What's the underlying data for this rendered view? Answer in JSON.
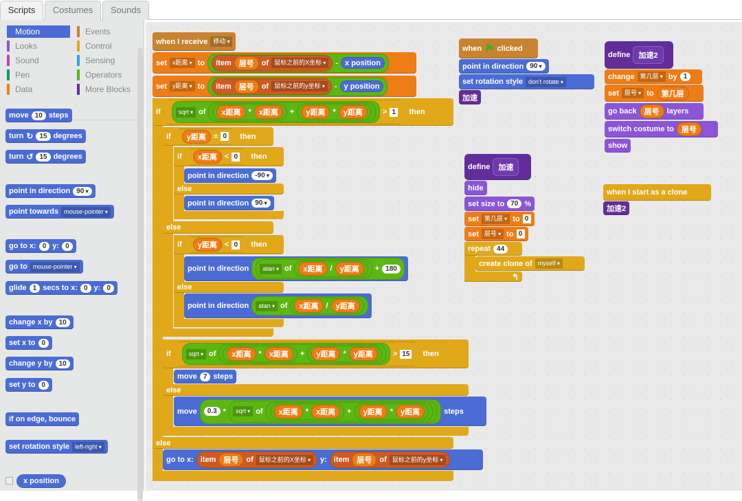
{
  "tabs": [
    "Scripts",
    "Costumes",
    "Sounds"
  ],
  "categories": [
    {
      "label": "Motion",
      "color": "#4a6cd4"
    },
    {
      "label": "Looks",
      "color": "#8a55d7"
    },
    {
      "label": "Sound",
      "color": "#bb42c3"
    },
    {
      "label": "Pen",
      "color": "#0e9a6c"
    },
    {
      "label": "Data",
      "color": "#ee7d16"
    },
    {
      "label": "Events",
      "color": "#c88330"
    },
    {
      "label": "Control",
      "color": "#e1a91a"
    },
    {
      "label": "Sensing",
      "color": "#2ca5e2"
    },
    {
      "label": "Operators",
      "color": "#5cb712"
    },
    {
      "label": "More Blocks",
      "color": "#632d99"
    }
  ],
  "palette": {
    "move": [
      [
        "t",
        "move"
      ],
      [
        "n",
        "10"
      ],
      [
        "t",
        "steps"
      ]
    ],
    "turn_r": [
      [
        "t",
        "turn"
      ],
      [
        "i",
        "↻"
      ],
      [
        "n",
        "15"
      ],
      [
        "t",
        "degrees"
      ]
    ],
    "turn_l": [
      [
        "t",
        "turn"
      ],
      [
        "i",
        "↺"
      ],
      [
        "n",
        "15"
      ],
      [
        "t",
        "degrees"
      ]
    ],
    "point_dir": [
      [
        "t",
        "point in direction"
      ],
      [
        "nd",
        "90"
      ]
    ],
    "point_towards": [
      [
        "t",
        "point towards"
      ],
      [
        "d",
        "mouse-pointer"
      ]
    ],
    "goto_xy": [
      [
        "t",
        "go to x:"
      ],
      [
        "n",
        "0"
      ],
      [
        "t",
        "y:"
      ],
      [
        "n",
        "0"
      ]
    ],
    "goto": [
      [
        "t",
        "go to"
      ],
      [
        "d",
        "mouse-pointer"
      ]
    ],
    "glide": [
      [
        "t",
        "glide"
      ],
      [
        "n",
        "1"
      ],
      [
        "t",
        "secs to x:"
      ],
      [
        "n",
        "0"
      ],
      [
        "t",
        "y:"
      ],
      [
        "n",
        "0"
      ]
    ],
    "change_x": [
      [
        "t",
        "change x by"
      ],
      [
        "n",
        "10"
      ]
    ],
    "set_x": [
      [
        "t",
        "set x to"
      ],
      [
        "n",
        "0"
      ]
    ],
    "change_y": [
      [
        "t",
        "change y by"
      ],
      [
        "n",
        "10"
      ]
    ],
    "set_y": [
      [
        "t",
        "set y to"
      ],
      [
        "n",
        "0"
      ]
    ],
    "bounce": [
      [
        "t",
        "if on edge, bounce"
      ]
    ],
    "rot_style": [
      [
        "t",
        "set rotation style"
      ],
      [
        "d",
        "left-right"
      ]
    ],
    "xpos": [
      [
        "t",
        "x position"
      ]
    ]
  },
  "main": {
    "hat": [
      [
        "t",
        "when I receive"
      ],
      [
        "d",
        "移动"
      ]
    ],
    "set_x": [
      [
        "t",
        "set"
      ],
      [
        "d",
        "x距离"
      ],
      [
        "t",
        "to"
      ],
      [
        "r",
        "op",
        [
          [
            "r",
            "list",
            [
              [
                "t",
                "item"
              ],
              [
                "v",
                "层号"
              ],
              [
                "t",
                "of"
              ],
              [
                "d",
                "鼠标之前的X坐标"
              ]
            ]
          ],
          [
            "t",
            "-"
          ],
          [
            "r",
            "motion",
            [
              [
                "t",
                "x position"
              ]
            ]
          ]
        ]
      ]
    ],
    "set_y": [
      [
        "t",
        "set"
      ],
      [
        "d",
        "y距离"
      ],
      [
        "t",
        "to"
      ],
      [
        "r",
        "op",
        [
          [
            "r",
            "list",
            [
              [
                "t",
                "item"
              ],
              [
                "v",
                "层号"
              ],
              [
                "t",
                "of"
              ],
              [
                "d",
                "鼠标之前的y坐标"
              ]
            ]
          ],
          [
            "t",
            "-"
          ],
          [
            "r",
            "motion",
            [
              [
                "t",
                "y position"
              ]
            ]
          ]
        ]
      ]
    ],
    "if1": [
      [
        "t",
        "if"
      ],
      [
        "r",
        "bool",
        [
          [
            "r",
            "op",
            [
              [
                "d",
                "sqrt"
              ],
              [
                "t",
                "of"
              ],
              [
                "r",
                "op",
                [
                  [
                    "r",
                    "op",
                    [
                      [
                        "v",
                        "x距离"
                      ],
                      [
                        "t",
                        "*"
                      ],
                      [
                        "v",
                        "x距离"
                      ]
                    ]
                  ],
                  [
                    "t",
                    "+"
                  ],
                  [
                    "r",
                    "op",
                    [
                      [
                        "v",
                        "y距离"
                      ],
                      [
                        "t",
                        "*"
                      ],
                      [
                        "v",
                        "y距离"
                      ]
                    ]
                  ]
                ]
              ]
            ]
          ],
          [
            "t",
            ">"
          ],
          [
            "s",
            "1"
          ]
        ]
      ],
      [
        "t",
        "then"
      ]
    ],
    "if2": [
      [
        "t",
        "if"
      ],
      [
        "r",
        "bool",
        [
          [
            "v",
            "y距离"
          ],
          [
            "t",
            "="
          ],
          [
            "s",
            "0"
          ]
        ]
      ],
      [
        "t",
        "then"
      ]
    ],
    "if3": [
      [
        "t",
        "if"
      ],
      [
        "r",
        "bool",
        [
          [
            "v",
            "x距离"
          ],
          [
            "t",
            "<"
          ],
          [
            "s",
            "0"
          ]
        ]
      ],
      [
        "t",
        "then"
      ]
    ],
    "pd1": [
      [
        "t",
        "point in direction"
      ],
      [
        "nd",
        "-90"
      ]
    ],
    "else_label": "else",
    "pd2": [
      [
        "t",
        "point in direction"
      ],
      [
        "nd",
        "90"
      ]
    ],
    "if4": [
      [
        "t",
        "if"
      ],
      [
        "r",
        "bool",
        [
          [
            "v",
            "y距离"
          ],
          [
            "t",
            "<"
          ],
          [
            "s",
            "0"
          ]
        ]
      ],
      [
        "t",
        "then"
      ]
    ],
    "pd3": [
      [
        "t",
        "point in direction"
      ],
      [
        "r",
        "op",
        [
          [
            "r",
            "op",
            [
              [
                "d",
                "atan"
              ],
              [
                "t",
                "of"
              ],
              [
                "r",
                "op",
                [
                  [
                    "v",
                    "x距离"
                  ],
                  [
                    "t",
                    "/"
                  ],
                  [
                    "v",
                    "y距离"
                  ]
                ]
              ]
            ]
          ],
          [
            "t",
            "+"
          ],
          [
            "n",
            "180"
          ]
        ]
      ]
    ],
    "pd4": [
      [
        "t",
        "point in direction"
      ],
      [
        "r",
        "op",
        [
          [
            "d",
            "atan"
          ],
          [
            "t",
            "of"
          ],
          [
            "r",
            "op",
            [
              [
                "v",
                "x距离"
              ],
              [
                "t",
                "/"
              ],
              [
                "v",
                "y距离"
              ]
            ]
          ]
        ]
      ]
    ],
    "if5": [
      [
        "t",
        "if"
      ],
      [
        "r",
        "bool",
        [
          [
            "r",
            "op",
            [
              [
                "d",
                "sqrt"
              ],
              [
                "t",
                "of"
              ],
              [
                "r",
                "op",
                [
                  [
                    "r",
                    "op",
                    [
                      [
                        "v",
                        "x距离"
                      ],
                      [
                        "t",
                        "*"
                      ],
                      [
                        "v",
                        "x距离"
                      ]
                    ]
                  ],
                  [
                    "t",
                    "+"
                  ],
                  [
                    "r",
                    "op",
                    [
                      [
                        "v",
                        "y距离"
                      ],
                      [
                        "t",
                        "*"
                      ],
                      [
                        "v",
                        "y距离"
                      ]
                    ]
                  ]
                ]
              ]
            ]
          ],
          [
            "t",
            ">"
          ],
          [
            "s",
            "15"
          ]
        ]
      ],
      [
        "t",
        "then"
      ]
    ],
    "move7": [
      [
        "t",
        "move"
      ],
      [
        "n",
        "7"
      ],
      [
        "t",
        "steps"
      ]
    ],
    "move2": [
      [
        "t",
        "move"
      ],
      [
        "r",
        "op",
        [
          [
            "n",
            "0.3"
          ],
          [
            "t",
            "*"
          ],
          [
            "r",
            "op",
            [
              [
                "d",
                "sqrt"
              ],
              [
                "t",
                "of"
              ],
              [
                "r",
                "op",
                [
                  [
                    "r",
                    "op",
                    [
                      [
                        "v",
                        "x距离"
                      ],
                      [
                        "t",
                        "*"
                      ],
                      [
                        "v",
                        "x距离"
                      ]
                    ]
                  ],
                  [
                    "t",
                    "+"
                  ],
                  [
                    "r",
                    "op",
                    [
                      [
                        "v",
                        "y距离"
                      ],
                      [
                        "t",
                        "*"
                      ],
                      [
                        "v",
                        "y距离"
                      ]
                    ]
                  ]
                ]
              ]
            ]
          ]
        ]
      ],
      [
        "t",
        "steps"
      ]
    ],
    "goto": [
      [
        "t",
        "go to x:"
      ],
      [
        "r",
        "list",
        [
          [
            "t",
            "item"
          ],
          [
            "v",
            "层号"
          ],
          [
            "t",
            "of"
          ],
          [
            "d",
            "鼠标之前的X坐标"
          ]
        ]
      ],
      [
        "t",
        "y:"
      ],
      [
        "r",
        "list",
        [
          [
            "t",
            "item"
          ],
          [
            "v",
            "层号"
          ],
          [
            "t",
            "of"
          ],
          [
            "d",
            "鼠标之前的y坐标"
          ]
        ]
      ]
    ]
  },
  "flag": {
    "hat": [
      [
        "t",
        "when"
      ],
      [
        "i",
        "⚑"
      ],
      [
        "t",
        "clicked"
      ]
    ],
    "pd": [
      [
        "t",
        "point in direction"
      ],
      [
        "nd",
        "90"
      ]
    ],
    "rot": [
      [
        "t",
        "set rotation style"
      ],
      [
        "d",
        "don't rotate"
      ]
    ],
    "call": [
      [
        "t",
        "加速"
      ]
    ]
  },
  "def2": {
    "hat": [
      [
        "t",
        "define"
      ],
      [
        "p",
        "加速2"
      ]
    ],
    "change": [
      [
        "t",
        "change"
      ],
      [
        "d",
        "第几层"
      ],
      [
        "t",
        "by"
      ],
      [
        "n",
        "1"
      ]
    ],
    "set": [
      [
        "t",
        "set"
      ],
      [
        "d",
        "层号"
      ],
      [
        "t",
        "to"
      ],
      [
        "v",
        "第几层"
      ]
    ],
    "goback": [
      [
        "t",
        "go back"
      ],
      [
        "v",
        "层号"
      ],
      [
        "t",
        "layers"
      ]
    ],
    "switch": [
      [
        "t",
        "switch costume to"
      ],
      [
        "v",
        "层号"
      ]
    ],
    "show": [
      [
        "t",
        "show"
      ]
    ]
  },
  "def1": {
    "hat": [
      [
        "t",
        "define"
      ],
      [
        "p",
        "加速"
      ]
    ],
    "hide": [
      [
        "t",
        "hide"
      ]
    ],
    "size": [
      [
        "t",
        "set size to"
      ],
      [
        "n",
        "70"
      ],
      [
        "t",
        "%"
      ]
    ],
    "set1": [
      [
        "t",
        "set"
      ],
      [
        "d",
        "第几层"
      ],
      [
        "t",
        "to"
      ],
      [
        "s",
        "0"
      ]
    ],
    "set2": [
      [
        "t",
        "set"
      ],
      [
        "d",
        "层号"
      ],
      [
        "t",
        "to"
      ],
      [
        "s",
        "0"
      ]
    ],
    "repeat": [
      [
        "t",
        "repeat"
      ],
      [
        "n",
        "44"
      ]
    ],
    "clone": [
      [
        "t",
        "create clone of"
      ],
      [
        "d",
        "myself"
      ]
    ],
    "loop": [
      [
        "i",
        "↰"
      ]
    ]
  },
  "clone": {
    "hat": [
      [
        "t",
        "when I start as a clone"
      ]
    ],
    "call": [
      [
        "t",
        "加速2"
      ]
    ]
  }
}
